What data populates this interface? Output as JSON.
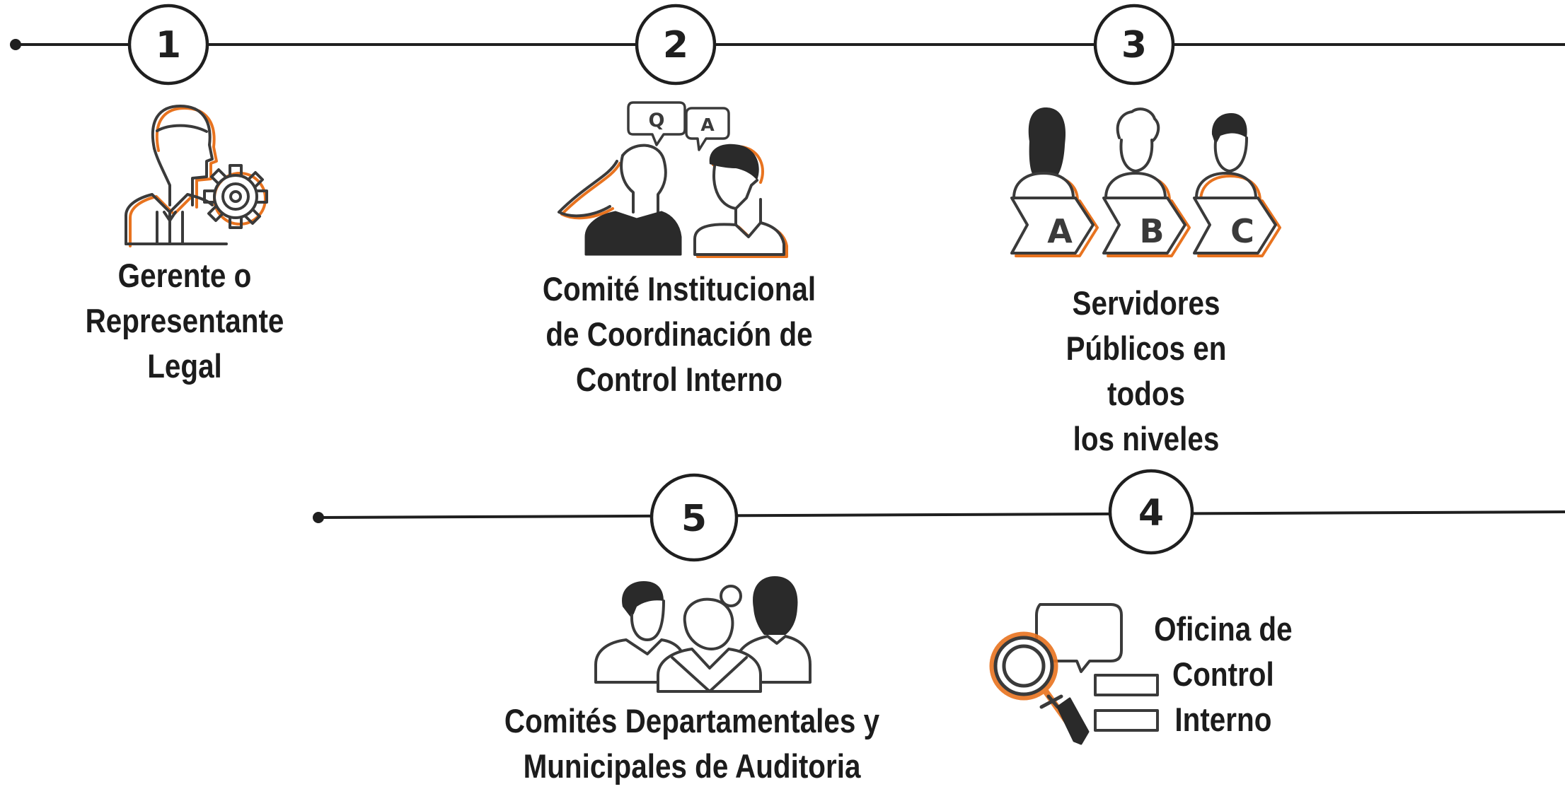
{
  "steps": [
    {
      "number": "1",
      "label": "Gerente o\nRepresentante\nLegal",
      "icon": "manager-gear-icon"
    },
    {
      "number": "2",
      "label": "Comité Institucional\nde Coordinación de\nControl Interno",
      "icon": "question-answer-icon"
    },
    {
      "number": "3",
      "label": "Servidores\nPúblicos en todos\nlos niveles",
      "icon": "abc-staff-icon"
    },
    {
      "number": "4",
      "label": "Oficina de\nControl\nInterno",
      "icon": "magnifier-audit-icon"
    },
    {
      "number": "5",
      "label": "Comités Departamentales y\nMunicipales de Auditoria",
      "icon": "group-people-icon"
    }
  ],
  "icon_glyphs": {
    "question": "Q",
    "answer": "A",
    "abc": [
      "A",
      "B",
      "C"
    ]
  },
  "colors": {
    "line": "#1f1f1f",
    "icon_stroke": "#3a3a3a",
    "accent": "#e8731f",
    "text": "#1c1c1c",
    "background": "#ffffff"
  }
}
